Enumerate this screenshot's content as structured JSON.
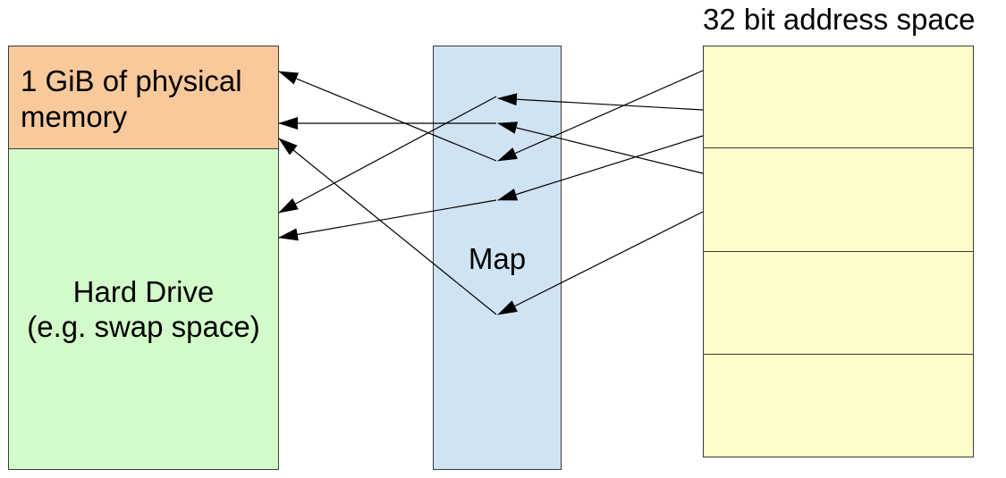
{
  "labels": {
    "address_space": "32 bit address space",
    "physical_memory_line1": "1 GiB of physical",
    "physical_memory_line2": "memory",
    "map": "Map",
    "hard_drive_line1": "Hard Drive",
    "hard_drive_line2": "(e.g. swap space)"
  },
  "colors": {
    "physical_memory": "#f8c99b",
    "hard_drive": "#d3fbc9",
    "map": "#d0e3f3",
    "address_space": "#fefcc9",
    "border": "#3a3a3a",
    "arrow": "#000000"
  },
  "address_space_block_count": 4
}
